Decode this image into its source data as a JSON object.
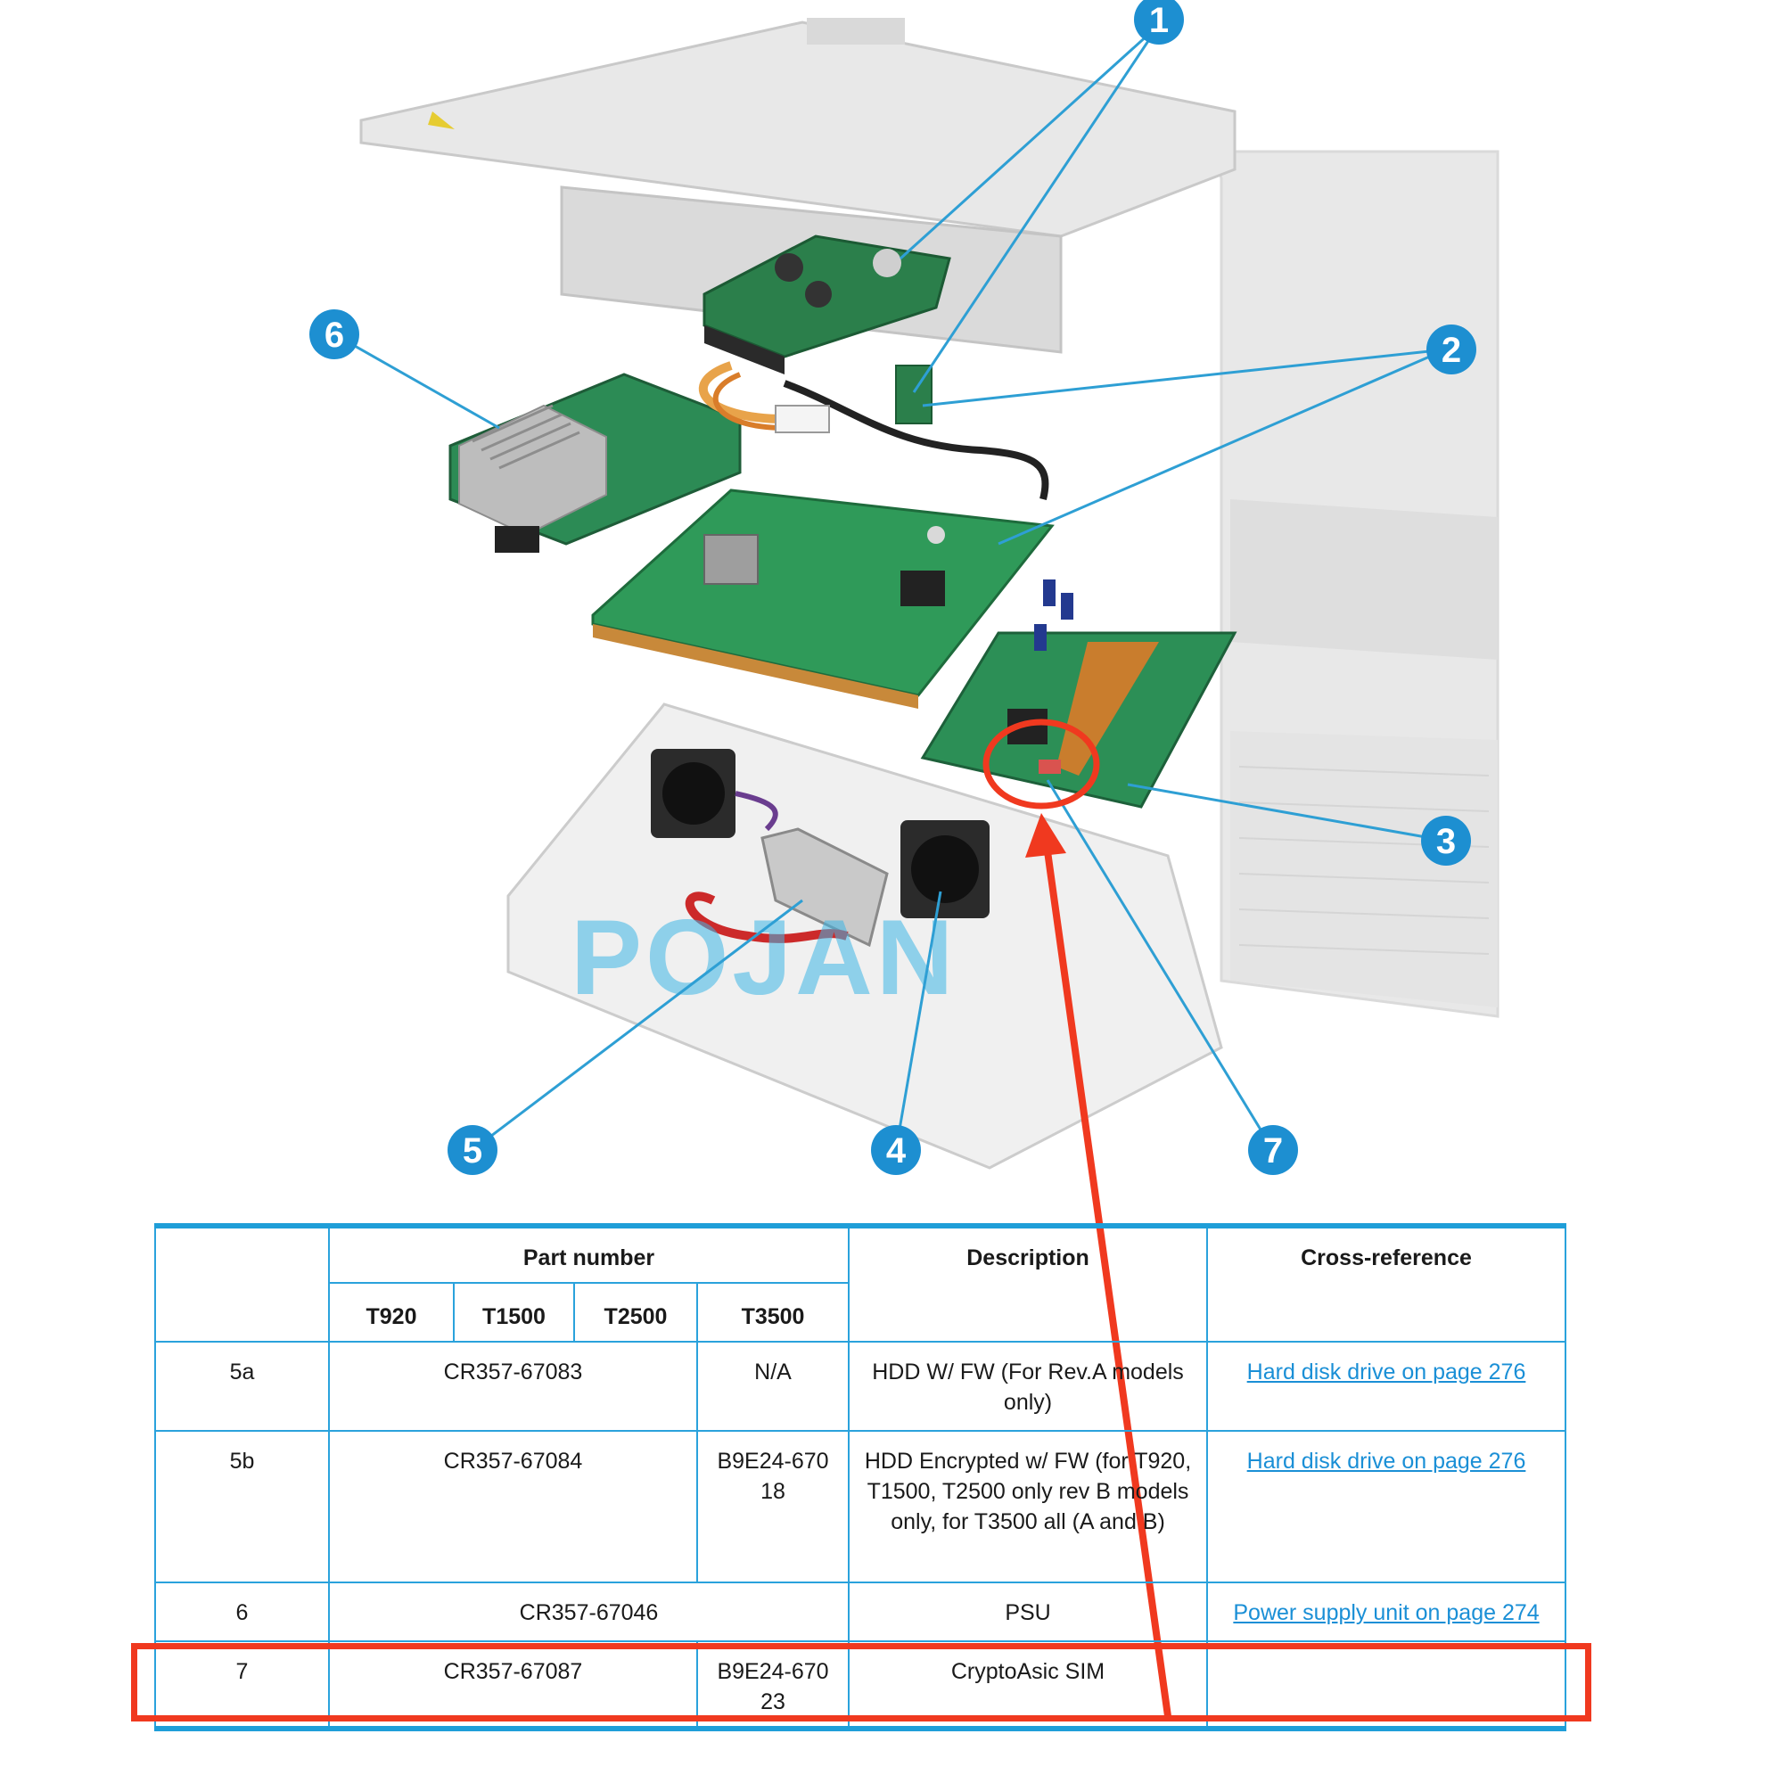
{
  "diagram": {
    "callouts": [
      "1",
      "2",
      "3",
      "4",
      "5",
      "6",
      "7"
    ],
    "watermark": "POJAN"
  },
  "table": {
    "headers": {
      "part_number": "Part number",
      "description": "Description",
      "cross_reference": "Cross-reference",
      "models": [
        "T920",
        "T1500",
        "T2500",
        "T3500"
      ]
    },
    "rows": [
      {
        "ref": "5a",
        "part_shared": "CR357-67083",
        "part_t3500": "N/A",
        "description": "HDD W/ FW (For Rev.A models only)",
        "xref": "Hard disk drive on page 276"
      },
      {
        "ref": "5b",
        "part_shared": "CR357-67084",
        "part_t3500": "B9E24-670 18",
        "description": "HDD Encrypted w/ FW (for T920, T1500, T2500 only rev B models only, for T3500 all (A and B)",
        "xref": "Hard disk drive on page 276"
      },
      {
        "ref": "6",
        "part_shared": "CR357-67046",
        "description": "PSU",
        "xref": "Power supply unit on page 274"
      },
      {
        "ref": "7",
        "part_shared": "CR357-67087",
        "part_t3500": "B9E24-670 23",
        "description": "CryptoAsic SIM",
        "xref": ""
      }
    ]
  },
  "annotation_color": "#f0391f",
  "accent_color": "#1f9ed8"
}
